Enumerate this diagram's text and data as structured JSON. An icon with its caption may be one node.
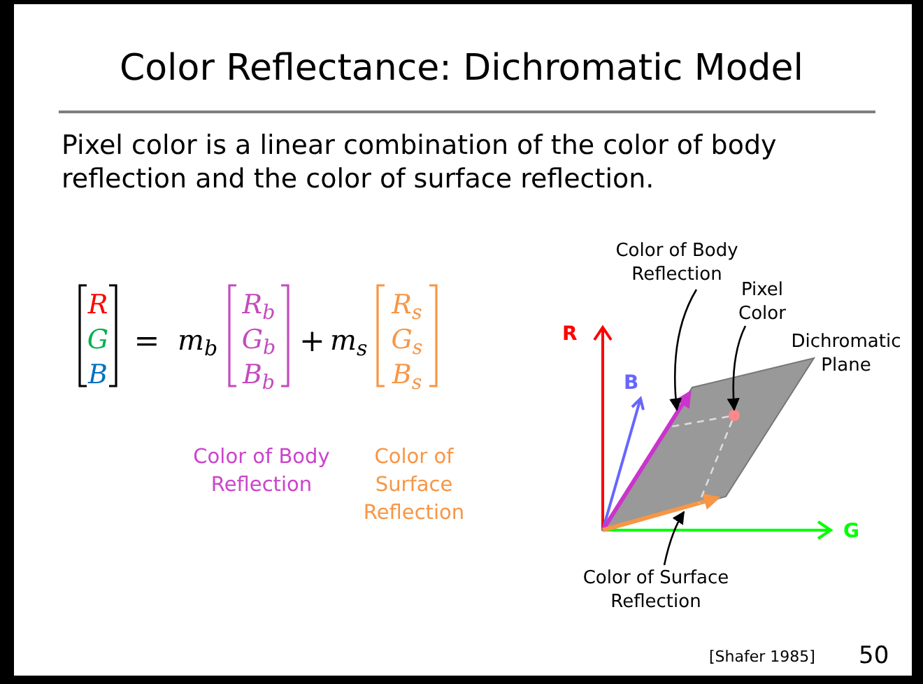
{
  "diagram": {
    "title": "Color Reflectance: Dichromatic Model",
    "nodes": [
      {
        "text": [
          "Color of Body Reflection"
        ]
      },
      {
        "text": [
          "Pixel Color"
        ]
      },
      {
        "text": [
          "Color of Surface Reflection"
        ]
      },
      {
        "text": [],
        "shape": "arrow"
      },
      {
        "text": [],
        "shape": "circle"
      },
      {
        "text": [],
        "shape": "arrow"
      }
    ],
    "edges": [
      {
        "from": 0,
        "to": 3,
        "arrow": "to"
      },
      {
        "from": 1,
        "to": 4,
        "arrow": "to"
      },
      {
        "from": 2,
        "to": 5,
        "arrow": "to"
      },
      {
        "from": 4,
        "to": 3,
        "arrow": "none",
        "style": "dashed",
        "color": "#dddddd"
      },
      {
        "from": 4,
        "to": 5,
        "arrow": "none",
        "style": "dashed",
        "color": "#dddddd"
      }
    ],
    "labels": [
      "Pixel color is a linear combination of the color of body reflection and the color of surface reflection.",
      "R",
      "G",
      "B",
      "=",
      "m$_{b}$",
      "R$_{b}$",
      "G$_{b}$",
      "B$_{b}$",
      "+",
      "m$_{s}$",
      "R$_{s}$",
      "G$_{s}$",
      "B$_{s}$",
      "Color of Body Reflection",
      "Color of Surface Reflection",
      "R",
      "B",
      "Dichromatic Plane",
      "G",
      "[Shafer 1985]",
      "50"
    ]
  }
}
